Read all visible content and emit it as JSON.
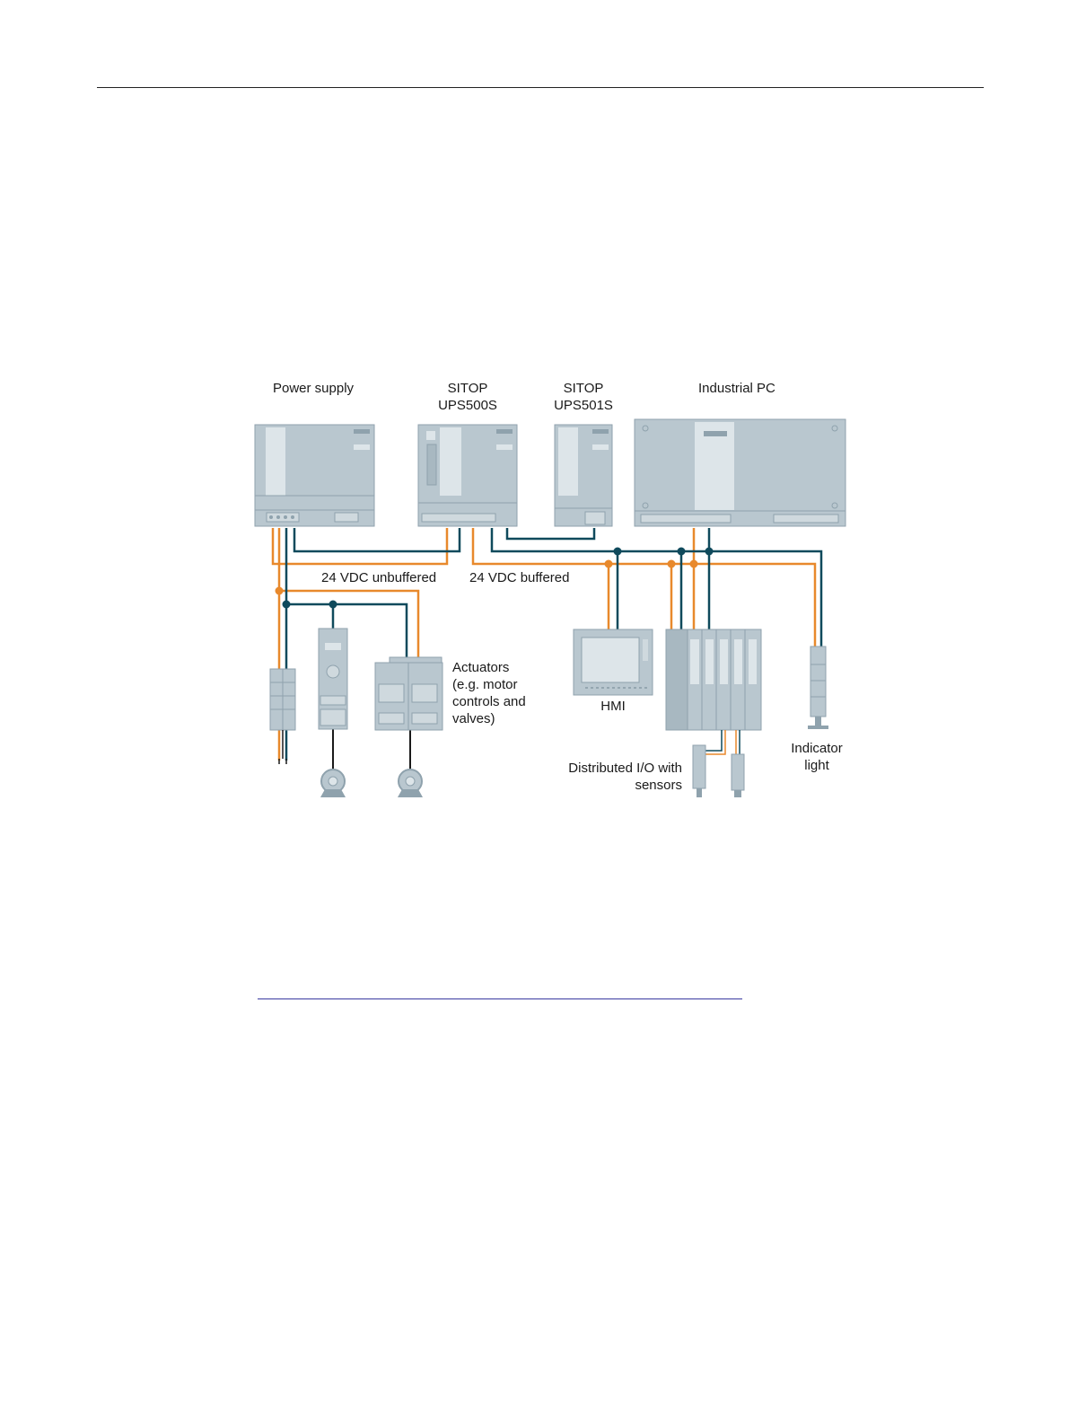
{
  "diagram": {
    "labels": {
      "power_supply": "Power supply",
      "ups500s_line1": "SITOP",
      "ups500s_line2": "UPS500S",
      "ups501s_line1": "SITOP",
      "ups501s_line2": "UPS501S",
      "industrial_pc": "Industrial PC",
      "unbuffered": "24 VDC unbuffered",
      "buffered": "24 VDC buffered",
      "actuators_line1": "Actuators",
      "actuators_line2": "(e.g. motor",
      "actuators_line3": "controls and",
      "actuators_line4": "valves)",
      "hmi": "HMI",
      "indicator_line1": "Indicator",
      "indicator_line2": "light",
      "dist_io_line1": "Distributed I/O with",
      "dist_io_line2": "sensors"
    },
    "colors": {
      "positive_wire": "#e8892c",
      "negative_wire": "#0f4a5c",
      "device_fill": "#b9c7cf",
      "device_stroke": "#8fa2ad",
      "device_light": "#dde5e9"
    }
  }
}
